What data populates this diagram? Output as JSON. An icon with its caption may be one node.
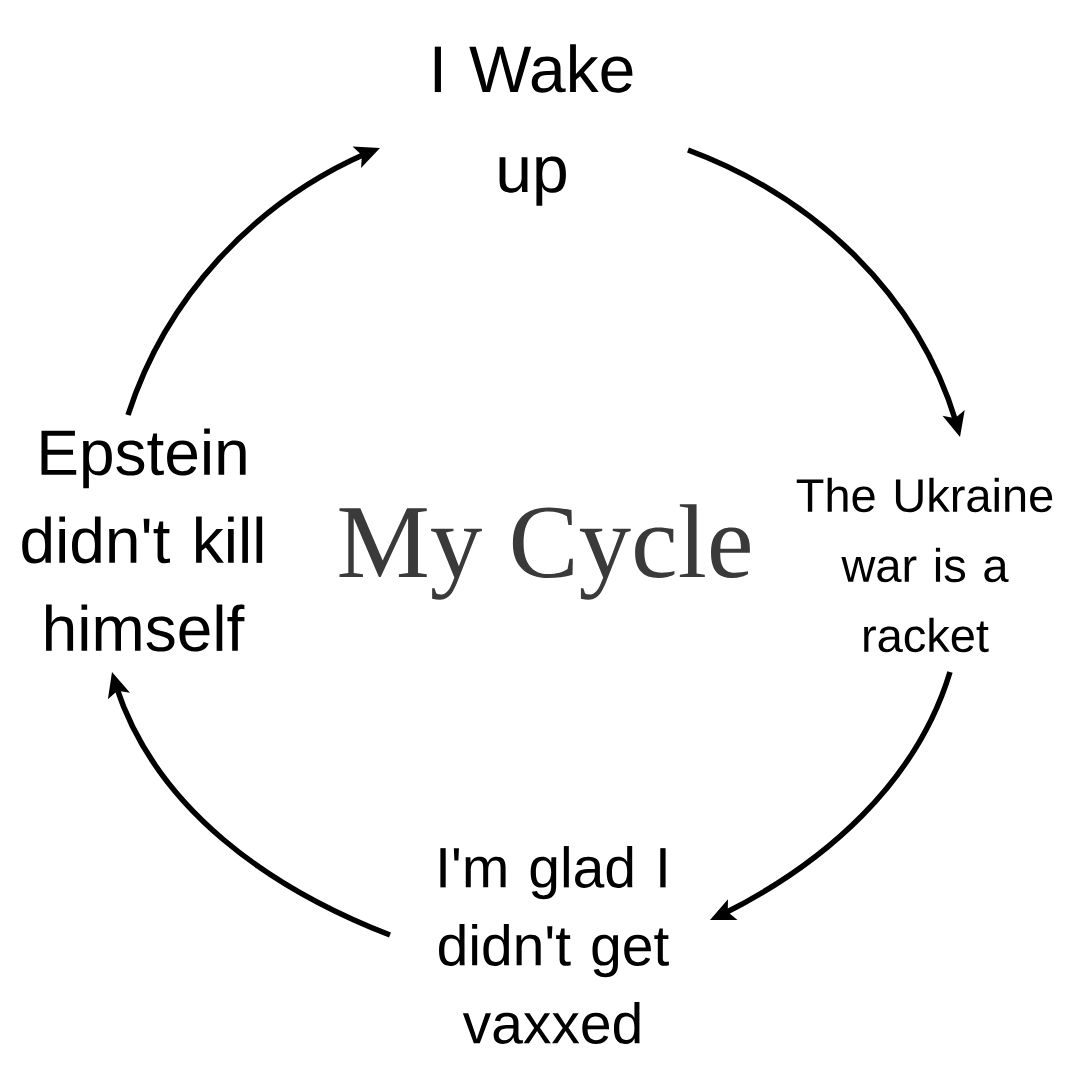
{
  "diagram": {
    "title": "My Cycle",
    "nodes": [
      {
        "text": [
          "I Wake up"
        ]
      },
      {
        "text": [
          "The Ukraine war is a racket"
        ]
      },
      {
        "text": [
          "I'm glad I didn't get vaxxed"
        ]
      },
      {
        "text": [
          "Epstein didn't kill himself"
        ]
      }
    ],
    "edges": [
      {
        "from": 0,
        "to": 1,
        "arrow": "to"
      },
      {
        "from": 1,
        "to": 2,
        "arrow": "to"
      },
      {
        "from": 2,
        "to": 3,
        "arrow": "to"
      },
      {
        "from": 3,
        "to": 0,
        "arrow": "to"
      }
    ]
  }
}
